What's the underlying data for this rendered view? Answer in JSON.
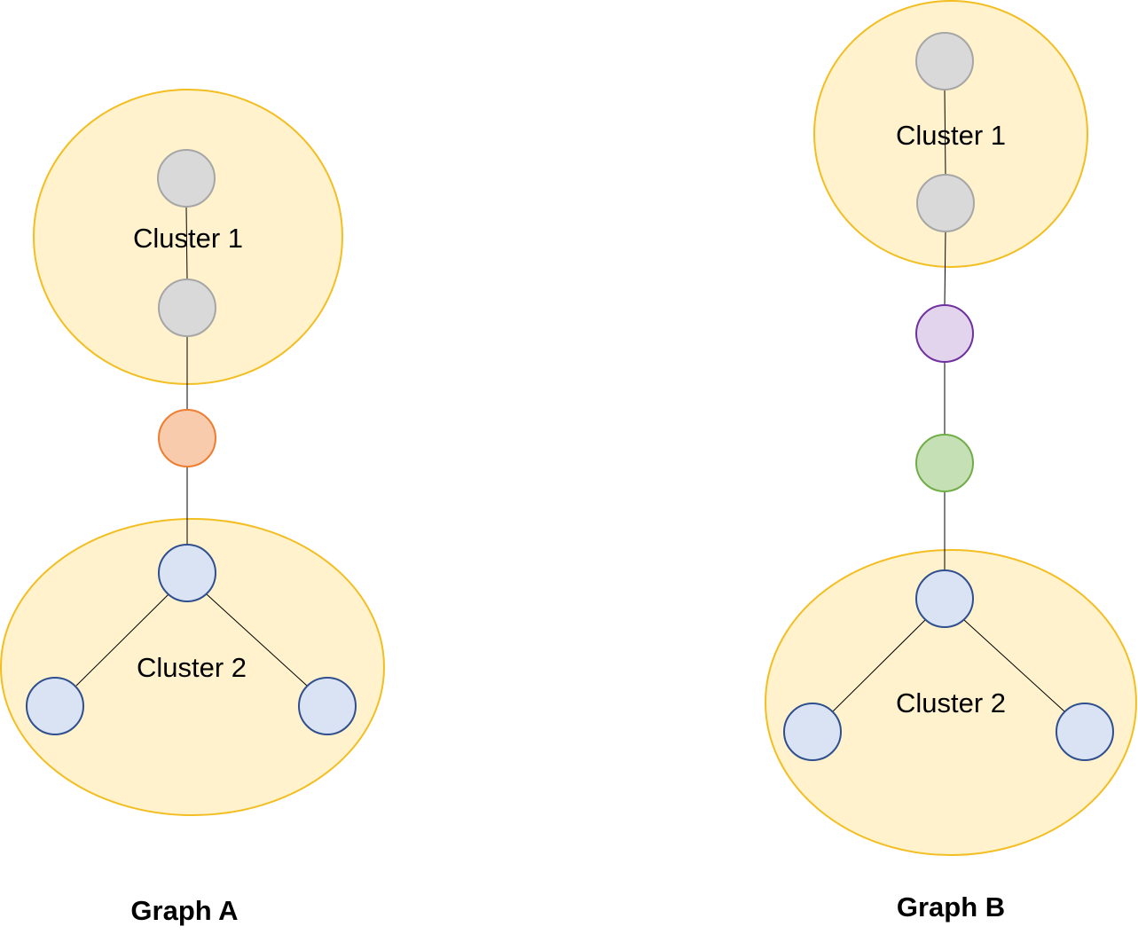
{
  "graphs": [
    {
      "title": "Graph A",
      "clusters": [
        {
          "label": "Cluster 1"
        },
        {
          "label": "Cluster 2"
        }
      ]
    },
    {
      "title": "Graph B",
      "clusters": [
        {
          "label": "Cluster 1"
        },
        {
          "label": "Cluster 2"
        }
      ]
    }
  ],
  "colors": {
    "cluster_fill": "#fff2cc",
    "cluster_stroke": "#f2be22",
    "gray_node_fill": "#d9d9d9",
    "gray_node_stroke": "#a6a6a6",
    "blue_node_fill": "#dae3f3",
    "blue_node_stroke": "#2f4f8f",
    "orange_node_fill": "#f8cbad",
    "orange_node_stroke": "#ed7d31",
    "purple_node_fill": "#e2d4ec",
    "purple_node_stroke": "#7030a0",
    "green_node_fill": "#c5e0b4",
    "green_node_stroke": "#70ad47"
  }
}
